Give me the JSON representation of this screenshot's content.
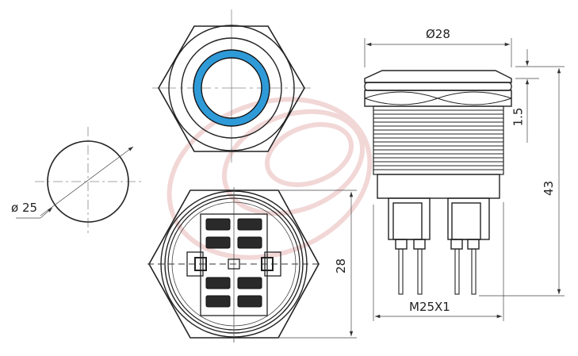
{
  "drawing": {
    "type": "technical-dimension-drawing",
    "subject": "illuminated ring push button switch",
    "views": [
      {
        "name": "panel-cutout",
        "label": "ø 25"
      },
      {
        "name": "front-view",
        "ring_color": "#2f9ad8"
      },
      {
        "name": "rear-view",
        "label": "28"
      },
      {
        "name": "side-view",
        "labels": [
          "Ø28",
          "1.5",
          "43",
          "M25X1"
        ]
      }
    ]
  },
  "labels": {
    "cutout_diameter": "ø 25",
    "rear_height": "28",
    "head_diameter": "Ø28",
    "head_thickness": "1.5",
    "overall_length": "43",
    "thread": "M25X1"
  },
  "colors": {
    "line": "#1a1a1a",
    "dimension": "#333333",
    "centerline": "#777777",
    "led_ring": "#2f9ad8",
    "watermark": "#e9b7b7"
  }
}
